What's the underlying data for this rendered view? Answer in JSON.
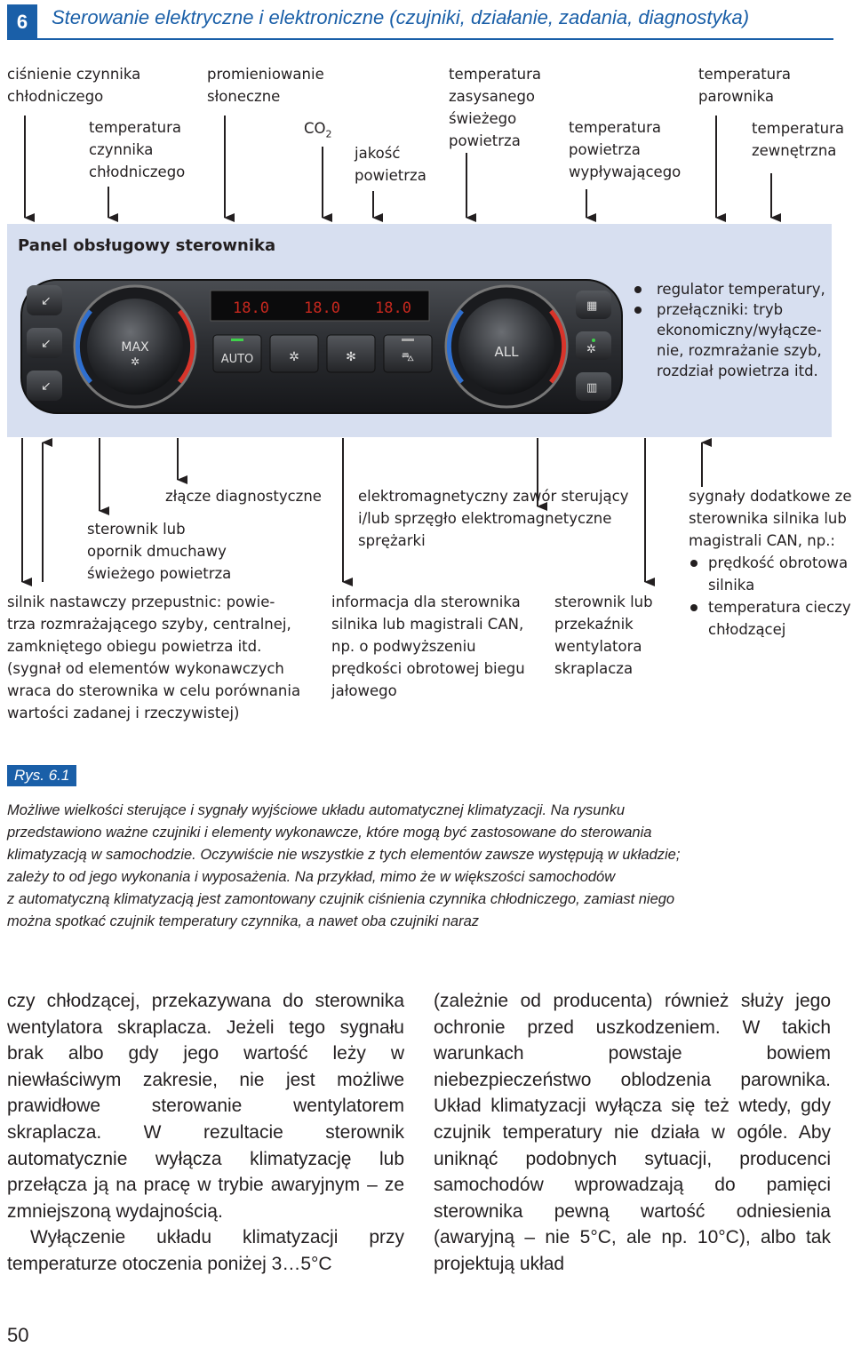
{
  "header": {
    "chapter_number": "6",
    "chapter_title": "Sterowanie elektryczne i elektroniczne (czujniki, działanie, zadania, diagnostyka)",
    "accent_color": "#1a5fa8"
  },
  "figure": {
    "inputs": {
      "refrigerant_pressure": [
        "ciśnienie czynnika",
        "chłodniczego"
      ],
      "refrigerant_temperature": [
        "temperatura",
        "czynnika",
        "chłodniczego"
      ],
      "solar_radiation": [
        "promieniowanie",
        "słoneczne"
      ],
      "co2": {
        "main": "CO",
        "sub": "2"
      },
      "air_quality": [
        "jakość",
        "powietrza"
      ],
      "fresh_air_temperature": [
        "temperatura",
        "zasysanego",
        "świeżego",
        "powietrza"
      ],
      "outlet_air_temperature": [
        "temperatura",
        "powietrza",
        "wypływającego"
      ],
      "evaporator_temperature": [
        "temperatura",
        "parownika"
      ],
      "outside_temperature": [
        "temperatura",
        "zewnętrzna"
      ]
    },
    "panel": {
      "title": "Panel obsługowy sterownika",
      "background_color": "#d7dff0",
      "description": [
        "regulator temperatury,",
        "przełączniki: tryb",
        "ekonomiczny/wyłącze-",
        "nie, rozmrażanie szyb,",
        "rozdział powietrza itd."
      ],
      "display": {
        "left": "18.0",
        "middle": "18.0",
        "right": "18.0"
      },
      "buttons": {
        "max": "MAX",
        "auto": "AUTO",
        "all": "ALL"
      }
    },
    "outputs": {
      "diagnostic_connector": "złącze diagnostyczne",
      "blower": [
        "sterownik lub",
        "opornik dmuchawy",
        "świeżego powietrza"
      ],
      "flap_motor": [
        "silnik nastawczy przepustnic: powie-",
        "trza rozmrażającego szyby, centralnej,",
        "zamkniętego obiegu powietrza itd.",
        "(sygnał od elementów wykonawczych",
        "wraca do sterownika w celu porównania",
        "wartości zadanej i rzeczywistej)"
      ],
      "compressor_valve": [
        "elektromagnetyczny zawór sterujący",
        "i/lub sprzęgło elektromagnetyczne",
        "sprężarki"
      ],
      "engine_info": [
        "informacja dla sterownika",
        "silnika lub magistrali CAN,",
        "np. o podwyższeniu",
        "prędkości obrotowej biegu",
        "jałowego"
      ],
      "condenser_fan": [
        "sterownik lub",
        "przekaźnik",
        "wentylatora",
        "skraplacza"
      ],
      "additional_signals": {
        "intro": [
          "sygnały dodatkowe ze",
          "sterownika silnika lub",
          "magistrali CAN, np.:"
        ],
        "bullets": [
          [
            "prędkość obrotowa",
            "silnika"
          ],
          [
            "temperatura cieczy",
            "chłodzącej"
          ]
        ]
      }
    }
  },
  "caption": {
    "label": "Rys. 6.1",
    "lines": [
      "Możliwe wielkości sterujące i sygnały wyjściowe układu automatycznej klimatyzacji. Na rysunku",
      "przedstawiono ważne czujniki i elementy wykonawcze, które mogą być zastosowane do sterowania",
      "klimatyzacją w samochodzie. Oczywiście nie wszystkie z tych elementów zawsze występują w układzie;",
      "zależy to od jego wykonania i wyposażenia. Na przykład, mimo że w większości samochodów",
      "z automatyczną klimatyzacją jest zamontowany czujnik ciśnienia czynnika chłodniczego, zamiast niego",
      "można spotkać czujnik temperatury czynnika, a nawet oba czujniki naraz"
    ]
  },
  "body": {
    "left_p1": "czy chłodzącej, przekazywana do sterownika wentylatora skraplacza. Jeżeli tego sygnału brak albo gdy jego wartość leży w niewłaściwym zakresie, nie jest możliwe prawidłowe sterowanie wentylatorem skraplacza. W rezultacie sterownik automatycznie wyłącza klimatyzację lub przełącza ją na pracę w trybie awaryjnym – ze zmniejszoną wydajnością.",
    "left_p2": "Wyłączenie układu klimatyzacji przy temperaturze otoczenia poniżej 3…5°C",
    "right_p1": "(zależnie od producenta) również służy jego ochronie przed uszkodzeniem. W takich warunkach powstaje bowiem niebezpieczeństwo oblodzenia parownika. Układ klimatyzacji wyłącza się też wtedy, gdy czujnik temperatury nie działa w ogóle. Aby uniknąć podobnych sytuacji, producenci samochodów wprowadzają do pamięci sterownika pewną wartość odniesienia (awaryjną – nie 5°C, ale np. 10°C), albo tak projektują układ"
  },
  "page_number": "50"
}
